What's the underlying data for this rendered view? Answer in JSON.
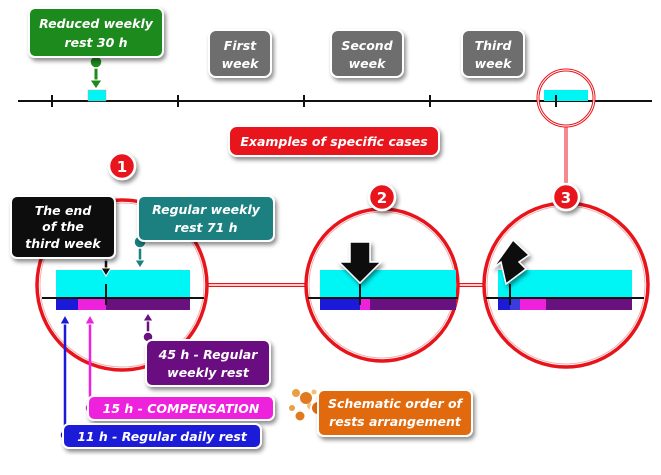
{
  "labels": {
    "reduced_weekly_rest_line1": "Reduced weekly",
    "reduced_weekly_rest_line2": "rest 30 h",
    "first_week_line1": "First",
    "first_week_line2": "week",
    "second_week_line1": "Second",
    "second_week_line2": "week",
    "third_week_line1": "Third",
    "third_week_line2": "week",
    "examples_title": "Examples of specific cases",
    "end_third_week_line1": "The end",
    "end_third_week_line2": "of the",
    "end_third_week_line3": "third week",
    "regular_weekly_rest_line1": "Regular weekly",
    "regular_weekly_rest_line2": "rest 71 h",
    "regular_45_line1": "45 h - Regular",
    "regular_45_line2": "weekly rest",
    "compensation_15": "15 h - COMPENSATION",
    "daily_rest_11": "11 h - Regular daily rest",
    "schematic_line1": "Schematic order of",
    "schematic_line2": "rests arrangement"
  },
  "case_numbers": [
    "1",
    "2",
    "3"
  ],
  "colors": {
    "green": "#1e8a1e",
    "gray": "#6e6e6e",
    "red": "#e8141c",
    "black": "#111111",
    "teal": "#1a8080",
    "purple": "#6a1180",
    "magenta": "#ee22dd",
    "blue": "#1a1ad8",
    "orange": "#e06b10",
    "cyan": "#00f5f5"
  }
}
